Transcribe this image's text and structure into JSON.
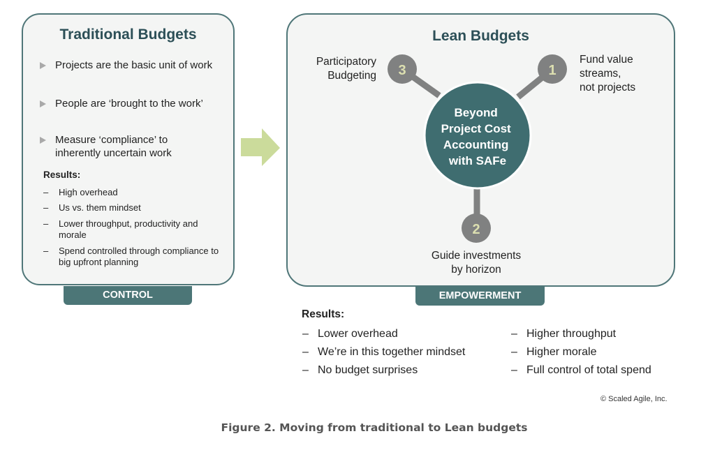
{
  "left_panel": {
    "title": "Traditional Budgets",
    "bullets": [
      "Projects are the basic unit of work",
      "People are ‘brought to the work’",
      "Measure ‘compliance’ to inherently uncertain work"
    ],
    "results_title": "Results:",
    "results": [
      "High overhead",
      "Us vs. them mindset",
      "Lower throughput, productivity and morale",
      "Spend controlled through compliance to big upfront planning"
    ],
    "tab": "CONTROL"
  },
  "right_panel": {
    "title": "Lean Budgets",
    "center": "Beyond Project Cost Accounting with SAFe",
    "center_lines": [
      "Beyond",
      "Project Cost",
      "Accounting",
      "with SAFe"
    ],
    "nodes": [
      {
        "number": "1",
        "label_lines": [
          "Fund value",
          "streams,",
          "not projects"
        ]
      },
      {
        "number": "2",
        "label_lines": [
          "Guide investments",
          "by horizon"
        ]
      },
      {
        "number": "3",
        "label_lines": [
          "Participatory",
          "Budgeting"
        ]
      }
    ],
    "tab": "EMPOWERMENT"
  },
  "bottom_results": {
    "title": "Results:",
    "left": [
      "Lower overhead",
      "We’re in this together mindset",
      "No budget surprises"
    ],
    "right": [
      "Higher throughput",
      "Higher morale",
      "Full control of total spend"
    ]
  },
  "dash": "–",
  "copyright": "© Scaled Agile, Inc.",
  "caption": "Figure 2. Moving from traditional to Lean budgets",
  "colors": {
    "teal_dark": "#3f6d70",
    "teal_tab": "#4c7677",
    "node_gray": "#808181",
    "node_number": "#dcdfb0",
    "arrow_green": "#cbdb9b"
  }
}
